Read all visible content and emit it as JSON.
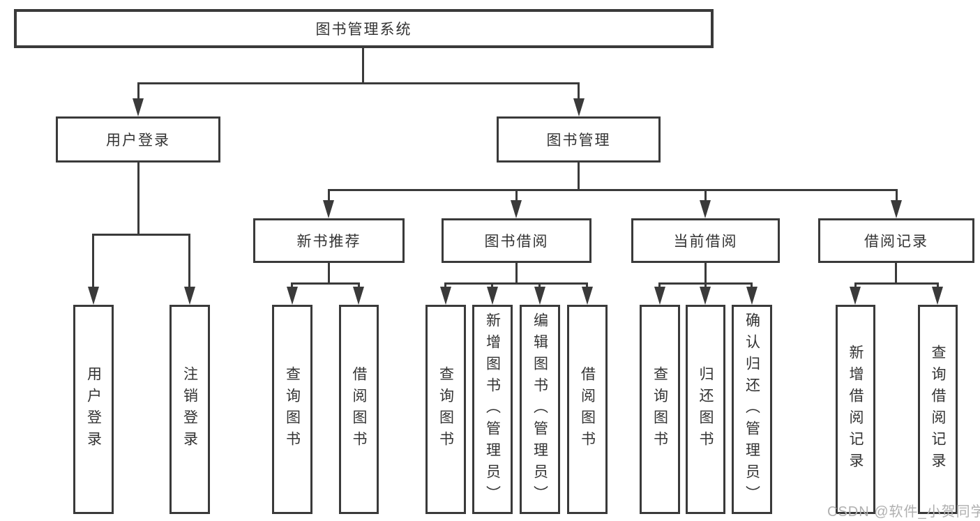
{
  "tree": {
    "root": "图书管理系统",
    "branches": [
      {
        "label": "用户登录",
        "leaves": [
          "用户登录",
          "注销登录"
        ]
      },
      {
        "label": "图书管理",
        "groups": [
          {
            "label": "新书推荐",
            "leaves": [
              "查询图书",
              "借阅图书"
            ]
          },
          {
            "label": "图书借阅",
            "leaves": [
              "查询图书",
              "新增图书（管理员）",
              "编辑图书（管理员）",
              "借阅图书"
            ]
          },
          {
            "label": "当前借阅",
            "leaves": [
              "查询图书",
              "归还图书",
              "确认归还（管理员）"
            ]
          },
          {
            "label": "借阅记录",
            "leaves": [
              "新增借阅记录",
              "查询借阅记录"
            ]
          }
        ]
      }
    ]
  },
  "watermark": {
    "text": "CSDN @软件_小贺同学"
  },
  "colors": {
    "line": "#3a3a3a",
    "text": "#333333",
    "watermark": "#b0b0b0",
    "background": "#ffffff"
  }
}
